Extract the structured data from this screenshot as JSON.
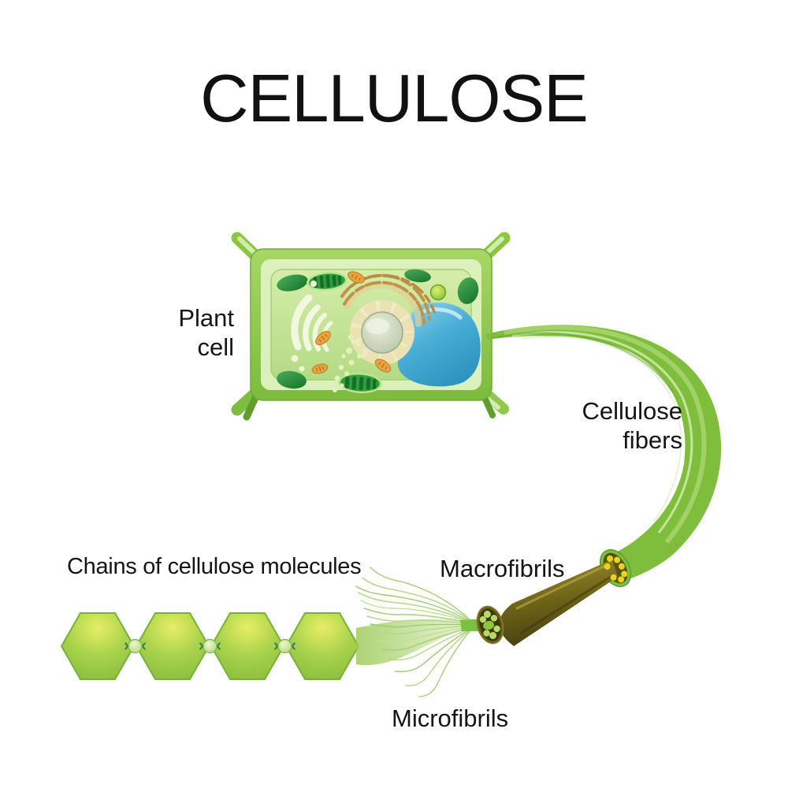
{
  "title": "CELLULOSE",
  "labels": {
    "plant_cell": [
      "Plant",
      "cell"
    ],
    "cellulose_fibers": [
      "Cellulose",
      "fibers"
    ],
    "macrofibrils": "Macrofibrils",
    "chains_of_cellulose_molecules": "Chains of cellulose molecules",
    "microfibrils": "Microfibrils"
  },
  "colors": {
    "background": "#ffffff",
    "text": "#151515",
    "fiber_green": "#7fbe3d",
    "fiber_highlight": "#c9e6a0",
    "cell_wall_green": "#8cc63e",
    "cell_wall_inner": "#dcf0bb",
    "cytoplasm_green": "#c4e49b",
    "hexagon_yellow": "#e3ec5f",
    "hexagon_green": "#8cc63f",
    "macrofibril_olive": "#8a7c2a",
    "macrofibril_dark": "#474011",
    "macrofibril_dot_yellow": "#e6d41d",
    "microfibril_dot_green": "#b5da68",
    "vacuole_blue": "#4aaed6",
    "nucleus_cream": "#ece1b2",
    "chloroplast_green": "#2f9e3f",
    "mitochondrion_orange": "#e9a43f"
  }
}
